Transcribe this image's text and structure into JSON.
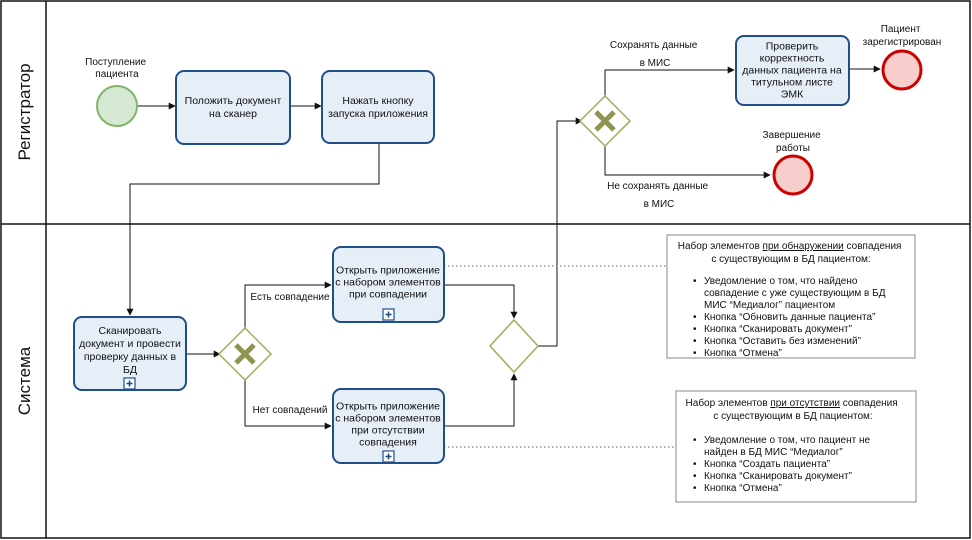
{
  "lanes": {
    "registrar": "Регистратор",
    "system": "Система"
  },
  "events": {
    "start": "Поступление пациента",
    "end_registered": "Пациент зарегистрирован",
    "end_work": "Завершение работы"
  },
  "tasks": {
    "put_document": "Положить документ на сканер",
    "press_button": "Нажать кнопку запуска приложения",
    "verify_data": "Проверить корректность данных пациента на титульном листе ЭМК",
    "scan_check": "Сканировать документ и провести проверку данных в БД",
    "open_match": "Открыть приложение с набором элементов при совпадении",
    "open_nomatch": "Открыть приложение с набором элементов при отсутствии совпадения"
  },
  "flows": {
    "save_line1": "Сохранять данные",
    "save_line2": "в МИС",
    "nosave_line1": "Не сохранять данные",
    "nosave_line2": "в МИС",
    "match": "Есть совпадение",
    "nomatch": "Нет совпадений"
  },
  "notes": {
    "match": {
      "title_prefix": "Набор элементов ",
      "title_underlined": "при обнаружении",
      "title_suffix": " совпадения",
      "title_line2": "с существующим в БД пациентом:",
      "items": [
        "Уведомление о том, что найдено совпадение с уже существующим в БД МИС “Медиалог” пациентом",
        "Кнопка “Обновить данные пациента”",
        "Кнопка “Сканировать документ”",
        "Кнопка “Оставить без изменений”",
        "Кнопка “Отмена”"
      ]
    },
    "nomatch": {
      "title_prefix": "Набор элементов ",
      "title_underlined": "при отсутствии",
      "title_suffix": " совпадения",
      "title_line2": "с существующим в БД пациентом:",
      "items": [
        "Уведомление о том, что пациент не найден в БД МИС “Медиалог”",
        "Кнопка “Создать пациента”",
        "Кнопка “Сканировать документ”",
        "Кнопка “Отмена”"
      ]
    }
  },
  "colors": {
    "task_fill": "#e6eef8",
    "task_stroke": "#1f4f8b",
    "start_fill": "#d5e8d4",
    "start_stroke": "#82b366",
    "end_fill": "#f8cecc",
    "end_stroke": "#cc0000",
    "gateway_stroke": "#a5a95a"
  },
  "icons": {
    "subprocess": "plus-square-icon",
    "gateway": "x-mark-icon"
  }
}
